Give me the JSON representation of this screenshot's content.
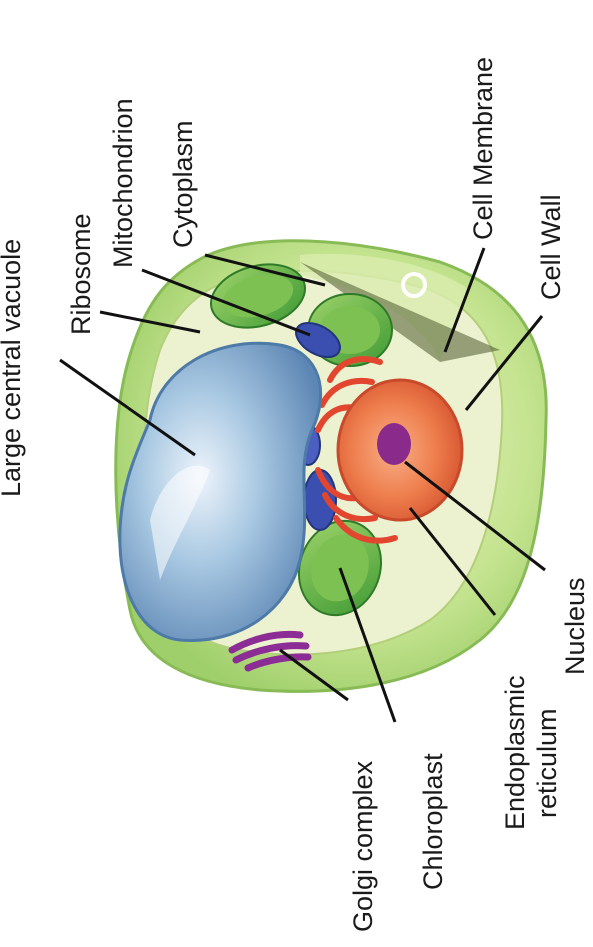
{
  "labels": {
    "large_central_vacuole": "Large central vacuole",
    "ribosome": "Ribosome",
    "mitochondrion": "Mitochondrion",
    "cytoplasm": "Cytoplasm",
    "cell_membrane": "Cell Membrane",
    "cell_wall": "Cell Wall",
    "nucleus": "Nucleus",
    "endoplasmic_reticulum_line1": "Endoplasmic",
    "endoplasmic_reticulum_line2": "reticulum",
    "chloroplast": "Chloroplast",
    "golgi_complex": "Golgi complex"
  },
  "colors": {
    "cell_wall": "#b9dc86",
    "cytoplasm": "#e9efc9",
    "vacuole": "#8fb7d6",
    "nucleus": "#ee7a4a",
    "nucleolus": "#8a2a8a",
    "chloroplast": "#62b045",
    "mitochondrion": "#3a4fb0",
    "golgi": "#8b2d95",
    "endoplasmic_reticulum": "#e2462f"
  }
}
